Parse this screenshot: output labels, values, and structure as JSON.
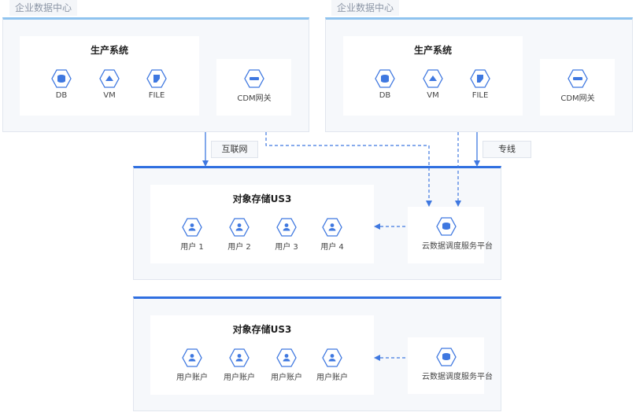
{
  "colors": {
    "accent": "#2f6fe0",
    "icon": "#3f78e0",
    "panel_bg": "#f6f8fb"
  },
  "datacenters": [
    {
      "label": "企业数据中心",
      "production_title": "生产系统",
      "nodes": [
        {
          "label": "DB",
          "icon": "db-icon"
        },
        {
          "label": "VM",
          "icon": "vm-icon"
        },
        {
          "label": "FILE",
          "icon": "file-icon"
        }
      ],
      "gateway": {
        "label": "CDM网关",
        "icon": "gateway-icon"
      }
    },
    {
      "label": "企业数据中心",
      "production_title": "生产系统",
      "nodes": [
        {
          "label": "DB",
          "icon": "db-icon"
        },
        {
          "label": "VM",
          "icon": "vm-icon"
        },
        {
          "label": "FILE",
          "icon": "file-icon"
        }
      ],
      "gateway": {
        "label": "CDM网关",
        "icon": "gateway-icon"
      }
    }
  ],
  "links": {
    "internet": "互联网",
    "dedicated_line": "专线"
  },
  "storage_groups": [
    {
      "title": "对象存储US3",
      "users": [
        {
          "label": "用户 1"
        },
        {
          "label": "用户 2"
        },
        {
          "label": "用户 3"
        },
        {
          "label": "用户 4"
        }
      ],
      "platform": {
        "label": "云数据调度服务平台"
      }
    },
    {
      "title": "对象存储US3",
      "users": [
        {
          "label": "用户账户"
        },
        {
          "label": "用户账户"
        },
        {
          "label": "用户账户"
        },
        {
          "label": "用户账户"
        }
      ],
      "platform": {
        "label": "云数据调度服务平台"
      }
    }
  ]
}
